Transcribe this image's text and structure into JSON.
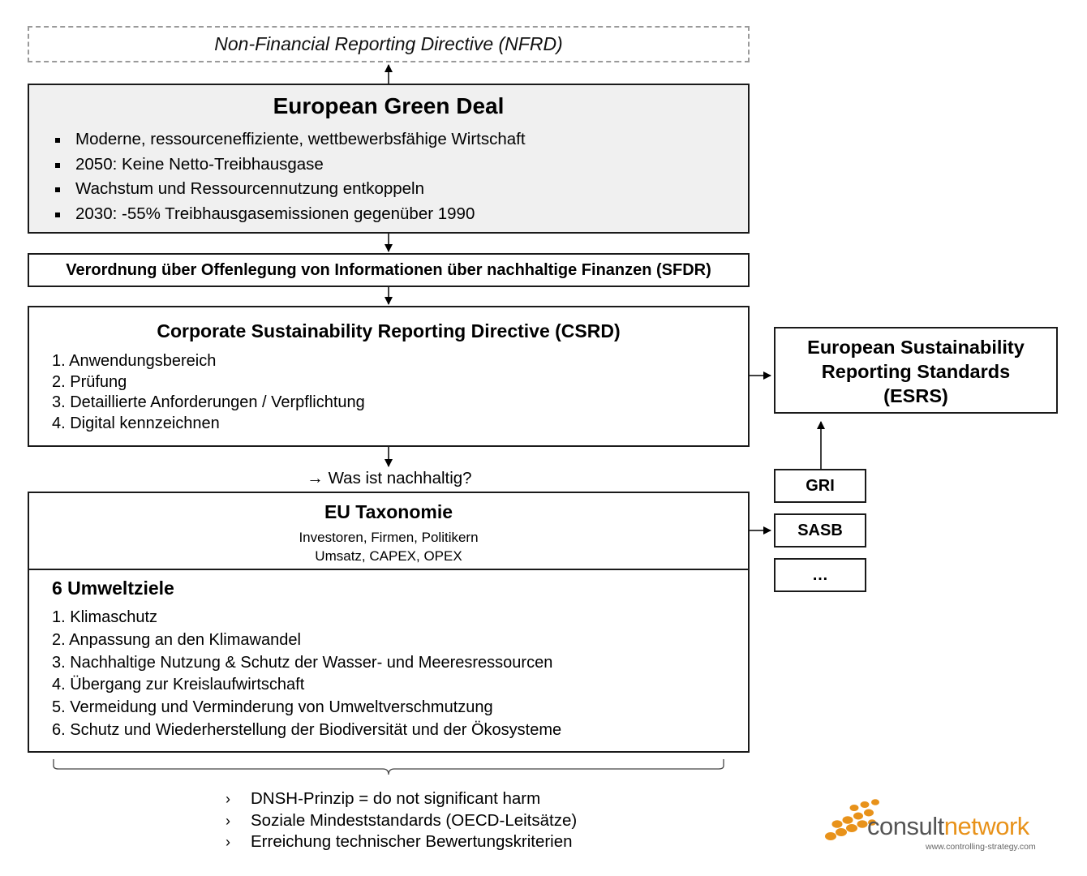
{
  "nfrd": "Non-Financial Reporting Directive (NFRD)",
  "green_deal": {
    "title": "European Green Deal",
    "bullets": [
      "Moderne, ressourceneffiziente, wettbewerbsfähige Wirtschaft",
      "2050: Keine Netto-Treibhausgase",
      "Wachstum und Ressourcennutzung entkoppeln",
      "2030: -55% Treibhausgasemissionen gegenüber 1990"
    ]
  },
  "sfdr": "Verordnung über Offenlegung von Informationen über nachhaltige Finanzen (SFDR)",
  "csrd": {
    "title": "Corporate Sustainability Reporting Directive (CSRD)",
    "items": [
      "1. Anwendungsbereich",
      "2. Prüfung",
      "3. Detaillierte Anforderungen / Verpflichtung",
      "4. Digital kennzeichnen"
    ]
  },
  "question": "→ Was ist nachhaltig?",
  "taxonomy": {
    "title": "EU Taxonomie",
    "line1": "Investoren, Firmen, Politikern",
    "line2": "Umsatz, CAPEX, OPEX"
  },
  "goals": {
    "title": "6 Umweltziele",
    "items": [
      "1. Klimaschutz",
      "2. Anpassung an den Klimawandel",
      "3. Nachhaltige Nutzung & Schutz der Wasser- und Meeresressourcen",
      "4. Übergang zur Kreislaufwirtschaft",
      "5. Vermeidung und Verminderung von Umweltverschmutzung",
      "6. Schutz und Wiederherstellung der Biodiversität und der Ökosysteme"
    ]
  },
  "esrs": {
    "line1": "European Sustainability",
    "line2": "Reporting Standards",
    "line3": "(ESRS)"
  },
  "standards": [
    "GRI",
    "SASB",
    "…"
  ],
  "criteria": [
    "DNSH-Prinzip = do not significant harm",
    "Soziale Mindeststandards (OECD-Leitsätze)",
    "Erreichung technischer Bewertungskriterien"
  ],
  "logo": {
    "word_part1": "consult",
    "word_part2": "network",
    "url": "www.controlling-strategy.com",
    "colors": {
      "dots": "#e8921a",
      "text_dark": "#555555"
    }
  }
}
